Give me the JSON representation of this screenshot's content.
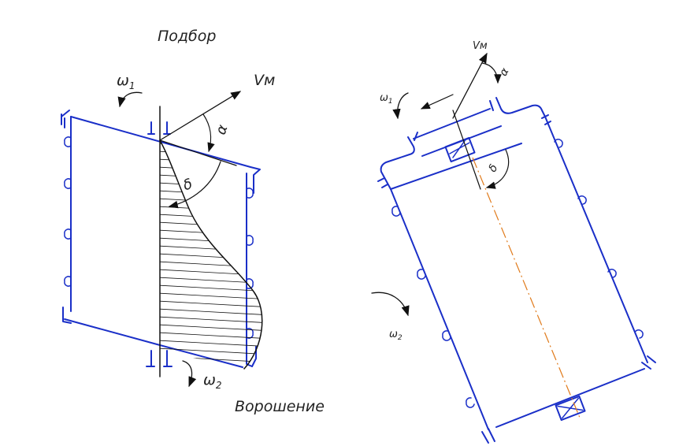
{
  "left_diagram": {
    "title_top": "Подбор",
    "title_bottom": "Ворошение",
    "velocity_label": "Vм",
    "omega1_label": "ω",
    "omega1_sub": "1",
    "omega2_label": "ω",
    "omega2_sub": "2",
    "alpha_label": "α",
    "delta_label": "δ"
  },
  "right_diagram": {
    "velocity_label": "Vм",
    "omega1_label": "ω",
    "omega1_sub": "1",
    "omega2_label": "ω",
    "omega2_sub": "2",
    "alpha_label": "α",
    "delta_label": "δ"
  },
  "colors": {
    "outline": "#1a2fc8",
    "annotation": "#111111",
    "axis": "#e07a1a"
  }
}
